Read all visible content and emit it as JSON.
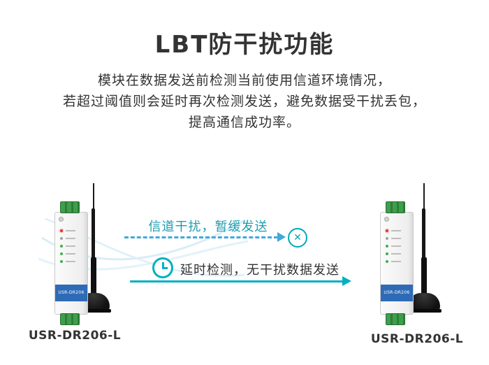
{
  "page": {
    "title": "LBT防干扰功能",
    "description_lines": [
      "模块在数据发送前检测当前使用信道环境情况，",
      "若超过阈值则会延时再次检测发送，避免数据受干扰丢包，",
      "提高通信成功率。"
    ]
  },
  "diagram": {
    "interference_flow_label": "信道干扰，暂缓发送",
    "retry_flow_label": "延时检测，无干扰数据发送",
    "blocked_glyph": "✕",
    "left_device": {
      "label": "USR-DR206-L",
      "brand": "USR-DR206"
    },
    "right_device": {
      "label": "USR-DR206-L",
      "brand": "USR-DR206"
    },
    "colors": {
      "solid_arrow": "#00b0c3",
      "dashed_arrow": "#3fa9dd",
      "flow_label_teal": "#1d9fae",
      "text_dark": "#333333",
      "brand_strip_blue": "#2e6bb7",
      "terminal_green": "#3f9e4d"
    }
  }
}
